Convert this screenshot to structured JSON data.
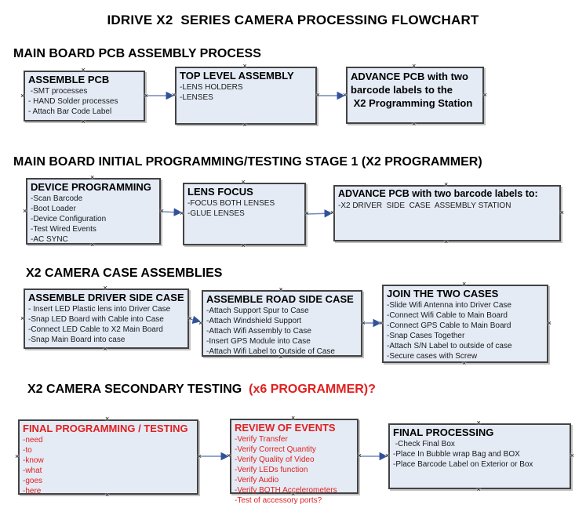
{
  "title": "IDRIVE X2  SERIES CAMERA PROCESSING FLOWCHART",
  "connector_icon": "×",
  "colors": {
    "box_fill": "#e4ebf5",
    "box_border": "#434343",
    "arrow_line": "#7189b8",
    "arrow_head": "#31519b",
    "alert_red": "#e02020",
    "text_black": "#111111"
  },
  "sections": [
    {
      "header": "MAIN BOARD PCB ASSEMBLY PROCESS",
      "boxes": [
        {
          "title": "ASSEMBLE PCB",
          "lines": [
            " -SMT processes",
            "- HAND Solder processes",
            "- Attach Bar Code Label"
          ]
        },
        {
          "title": "TOP LEVEL ASSEMBLY",
          "lines": [
            "-LENS HOLDERS",
            "-LENSES"
          ]
        },
        {
          "title": "ADVANCE PCB with two\nbarcode labels to the\n X2 Programming Station",
          "lines": []
        }
      ]
    },
    {
      "header": "MAIN BOARD INITIAL PROGRAMMING/TESTING STAGE 1 (X2 PROGRAMMER)",
      "boxes": [
        {
          "title": "DEVICE PROGRAMMING",
          "lines": [
            "-Scan Barcode",
            "-Boot Loader",
            "-Device Configuration",
            "-Test Wired Events",
            "-AC SYNC"
          ]
        },
        {
          "title": "LENS FOCUS",
          "lines": [
            "-FOCUS BOTH LENSES",
            "-GLUE LENSES"
          ]
        },
        {
          "title": "ADVANCE PCB with two barcode labels to:",
          "lines": [
            "-X2 DRIVER  SIDE  CASE  ASSEMBLY STATION"
          ]
        }
      ]
    },
    {
      "header": "X2 CAMERA CASE ASSEMBLIES",
      "boxes": [
        {
          "title": "ASSEMBLE DRIVER SIDE CASE",
          "lines": [
            "- Insert LED Plastic lens into Driver Case",
            "-Snap LED Board with Cable into Case",
            "-Connect LED Cable to X2 Main Board",
            "-Snap Main Board into case"
          ]
        },
        {
          "title": "ASSEMBLE ROAD SIDE CASE",
          "lines": [
            "-Attach Support Spur to Case",
            "-Attach Windshield Support",
            "-Attach Wifi Assembly to Case",
            "-Insert GPS Module into Case",
            "-Attach Wifi Label to Outside of Case"
          ]
        },
        {
          "title": "JOIN THE TWO CASES",
          "lines": [
            "-Slide Wifi Antenna into Driver Case",
            "-Connect Wifi Cable to Main Board",
            "-Connect GPS Cable to Main Board",
            "-Snap Cases Together",
            "-Attach S/N Label to outside of case",
            "-Secure cases with Screw"
          ]
        }
      ]
    },
    {
      "header": "X2 CAMERA SECONDARY TESTING ",
      "header_suffix": " (x6 PROGRAMMER)?",
      "boxes": [
        {
          "title": "FINAL PROGRAMMING / TESTING",
          "lines": [
            "-need",
            "-to",
            "-know",
            "-what",
            "-goes",
            "-here"
          ]
        },
        {
          "title": "REVIEW OF EVENTS",
          "lines": [
            "-Verify Transfer",
            "-Verify Correct Quantity",
            "-Verify Quality of Video",
            "-Verify LEDs function",
            "-Verify Audio",
            "-Verify BOTH Accelerometers",
            "-Test of accessory ports?"
          ]
        },
        {
          "title": "FINAL PROCESSING",
          "lines": [
            " -Check Final Box",
            "-Place In Bubble wrap Bag and BOX",
            "-Place Barcode Label on Exterior or Box"
          ]
        }
      ]
    }
  ]
}
